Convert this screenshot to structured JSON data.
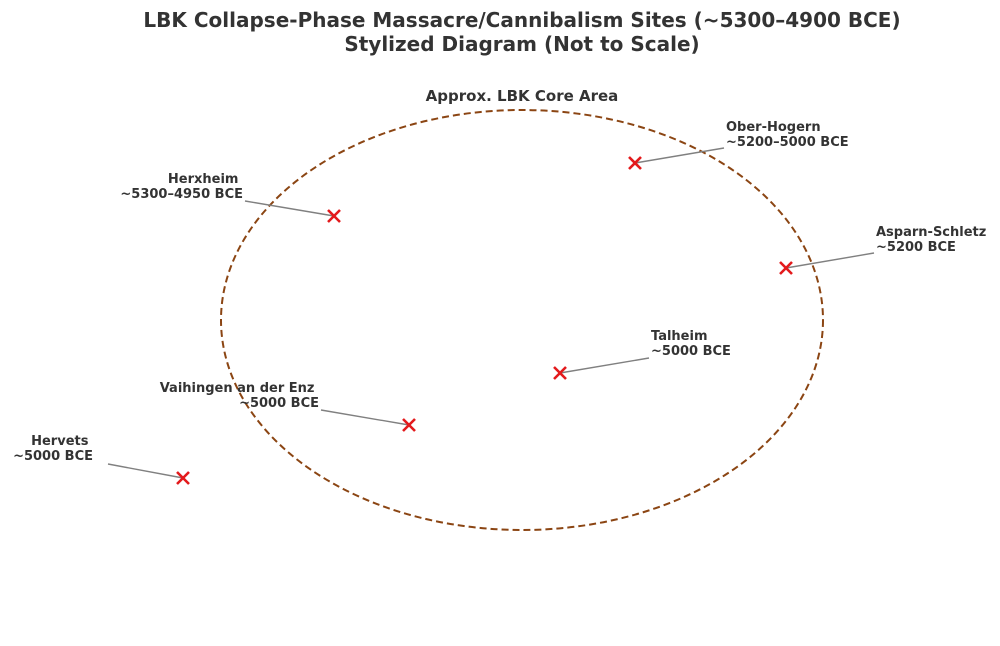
{
  "title": {
    "line1": "LBK Collapse-Phase Massacre/Cannibalism Sites (~5300–4900 BCE)",
    "line2": "Stylized Diagram (Not to Scale)"
  },
  "region": {
    "label": "Approx. LBK Core Area",
    "outline_color": "#8B4513"
  },
  "marker_color": "#e31a1c",
  "marker_icon": "x-mark-icon",
  "sites": [
    {
      "id": "herxheim",
      "name": "Herxheim",
      "date": "~5300–4950 BCE"
    },
    {
      "id": "ober-hogern",
      "name": "Ober-Hogern",
      "date": "~5200–5000 BCE"
    },
    {
      "id": "asparn-schletz",
      "name": "Asparn-Schletz",
      "date": "~5200 BCE"
    },
    {
      "id": "talheim",
      "name": "Talheim",
      "date": "~5000 BCE"
    },
    {
      "id": "vaihingen",
      "name": "Vaihingen an der Enz",
      "date": "~5000 BCE"
    },
    {
      "id": "hervets",
      "name": "Hervets",
      "date": "~5000 BCE"
    }
  ]
}
